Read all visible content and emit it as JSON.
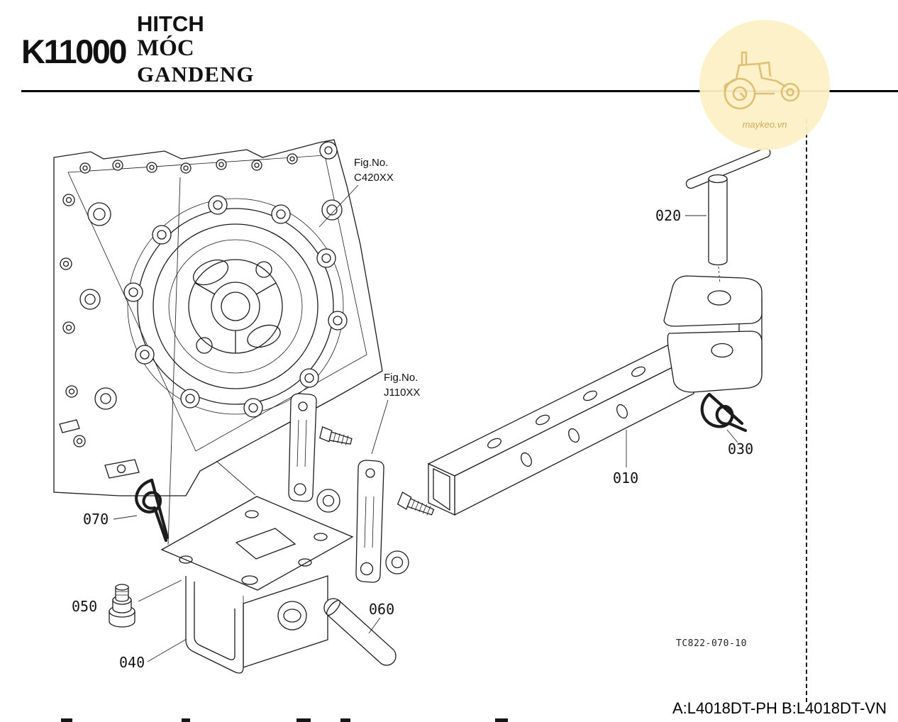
{
  "header": {
    "code": "K11000",
    "title_en": "HITCH",
    "title_vi": "MÓC",
    "title_id": "GANDENG"
  },
  "watermark": {
    "text": "maykeo.vn",
    "bg_color": "#fcf0c6",
    "line_color": "#dcb766"
  },
  "fig_refs": [
    {
      "label": "Fig.No.",
      "code": "C420XX"
    },
    {
      "label": "Fig.No.",
      "code": "J110XX"
    }
  ],
  "parts": [
    {
      "ref": "010"
    },
    {
      "ref": "020"
    },
    {
      "ref": "030"
    },
    {
      "ref": "040"
    },
    {
      "ref": "050"
    },
    {
      "ref": "060"
    },
    {
      "ref": "070"
    }
  ],
  "drawing_number": "TC822-070-10",
  "footer_models": "A:L4018DT-PH B:L4018DT-VN"
}
